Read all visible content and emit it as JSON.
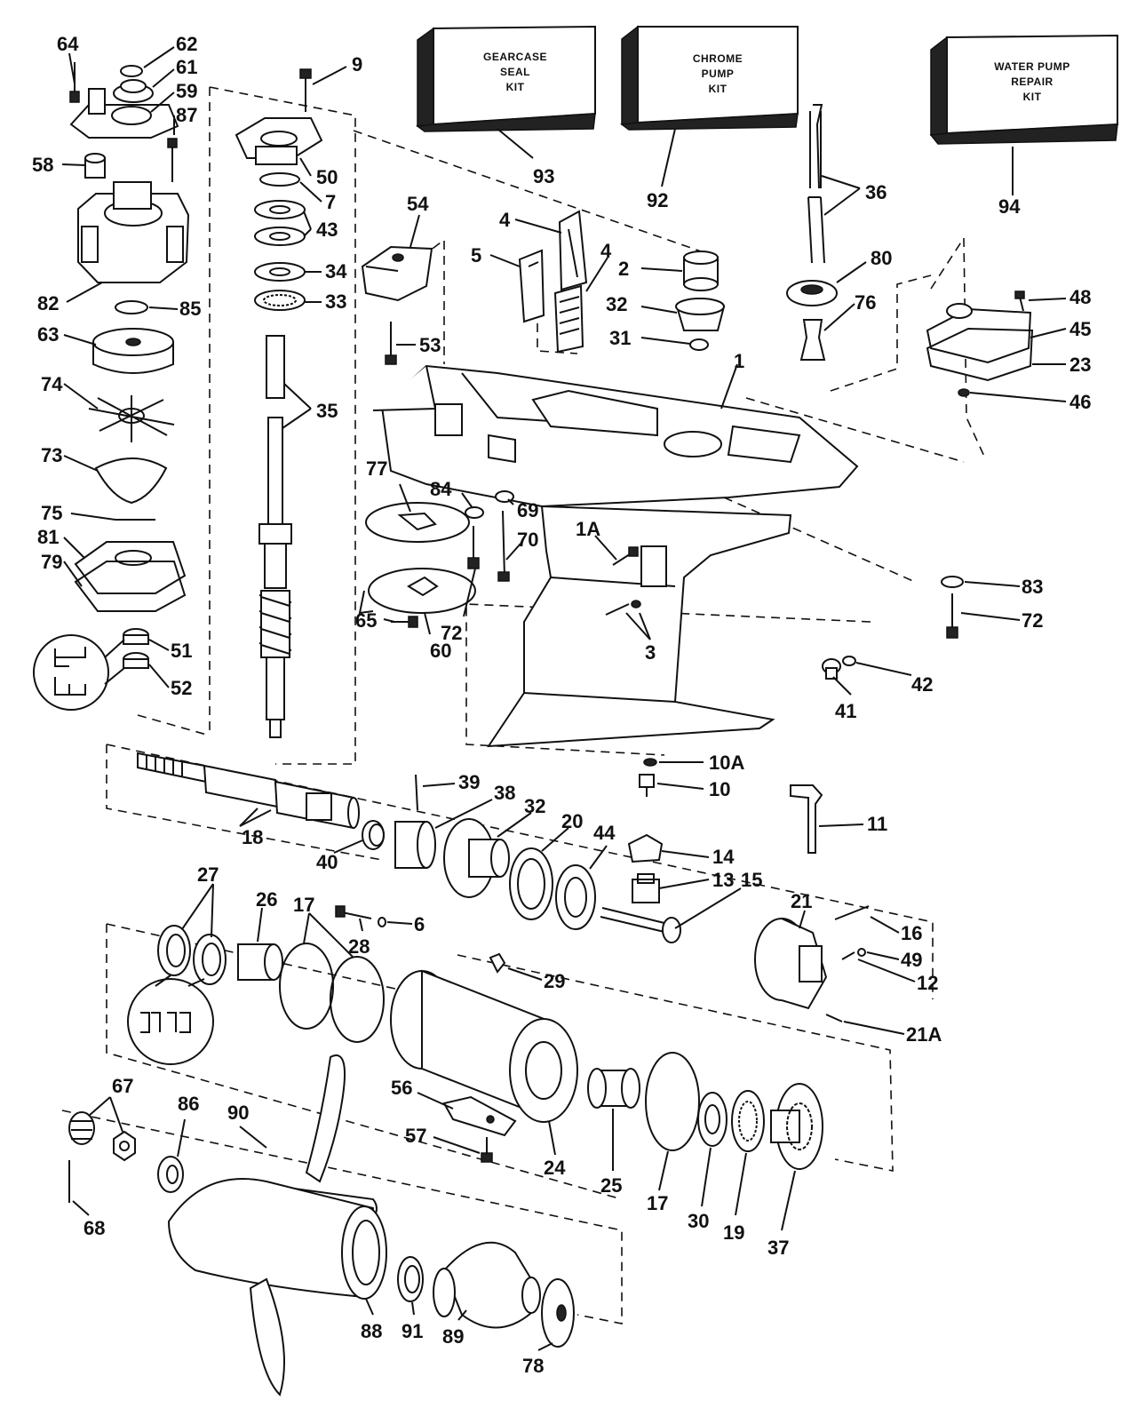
{
  "kits": [
    {
      "id": "kit-gearcase-seal",
      "lines": [
        "GEARCASE",
        "SEAL",
        "KIT"
      ],
      "number": "93"
    },
    {
      "id": "kit-chrome-pump",
      "lines": [
        "CHROME",
        "PUMP",
        "KIT"
      ],
      "number": "92"
    },
    {
      "id": "kit-water-pump-repair",
      "lines": [
        "WATER PUMP",
        "REPAIR",
        "KIT"
      ],
      "number": "94"
    }
  ],
  "callouts": [
    {
      "label": "64"
    },
    {
      "label": "62"
    },
    {
      "label": "61"
    },
    {
      "label": "59"
    },
    {
      "label": "87"
    },
    {
      "label": "58"
    },
    {
      "label": "82"
    },
    {
      "label": "85"
    },
    {
      "label": "63"
    },
    {
      "label": "74"
    },
    {
      "label": "73"
    },
    {
      "label": "75"
    },
    {
      "label": "81"
    },
    {
      "label": "79"
    },
    {
      "label": "51"
    },
    {
      "label": "52"
    },
    {
      "label": "9"
    },
    {
      "label": "50"
    },
    {
      "label": "7"
    },
    {
      "label": "43"
    },
    {
      "label": "34"
    },
    {
      "label": "33"
    },
    {
      "label": "35"
    },
    {
      "label": "54"
    },
    {
      "label": "53"
    },
    {
      "label": "4"
    },
    {
      "label": "5"
    },
    {
      "label": "4"
    },
    {
      "label": "2"
    },
    {
      "label": "32"
    },
    {
      "label": "31"
    },
    {
      "label": "36"
    },
    {
      "label": "80"
    },
    {
      "label": "76"
    },
    {
      "label": "48"
    },
    {
      "label": "45"
    },
    {
      "label": "23"
    },
    {
      "label": "46"
    },
    {
      "label": "1"
    },
    {
      "label": "77"
    },
    {
      "label": "84"
    },
    {
      "label": "69"
    },
    {
      "label": "70"
    },
    {
      "label": "1A"
    },
    {
      "label": "72"
    },
    {
      "label": "65"
    },
    {
      "label": "60"
    },
    {
      "label": "3"
    },
    {
      "label": "83"
    },
    {
      "label": "72"
    },
    {
      "label": "41"
    },
    {
      "label": "42"
    },
    {
      "label": "10A"
    },
    {
      "label": "10"
    },
    {
      "label": "39"
    },
    {
      "label": "38"
    },
    {
      "label": "32"
    },
    {
      "label": "20"
    },
    {
      "label": "44"
    },
    {
      "label": "11"
    },
    {
      "label": "18"
    },
    {
      "label": "40"
    },
    {
      "label": "14"
    },
    {
      "label": "13"
    },
    {
      "label": "15"
    },
    {
      "label": "27"
    },
    {
      "label": "26"
    },
    {
      "label": "17"
    },
    {
      "label": "28"
    },
    {
      "label": "6"
    },
    {
      "label": "21"
    },
    {
      "label": "16"
    },
    {
      "label": "49"
    },
    {
      "label": "12"
    },
    {
      "label": "29"
    },
    {
      "label": "21A"
    },
    {
      "label": "56"
    },
    {
      "label": "57"
    },
    {
      "label": "24"
    },
    {
      "label": "25"
    },
    {
      "label": "17"
    },
    {
      "label": "30"
    },
    {
      "label": "19"
    },
    {
      "label": "37"
    },
    {
      "label": "67"
    },
    {
      "label": "86"
    },
    {
      "label": "90"
    },
    {
      "label": "68"
    },
    {
      "label": "88"
    },
    {
      "label": "91"
    },
    {
      "label": "89"
    },
    {
      "label": "78"
    }
  ]
}
